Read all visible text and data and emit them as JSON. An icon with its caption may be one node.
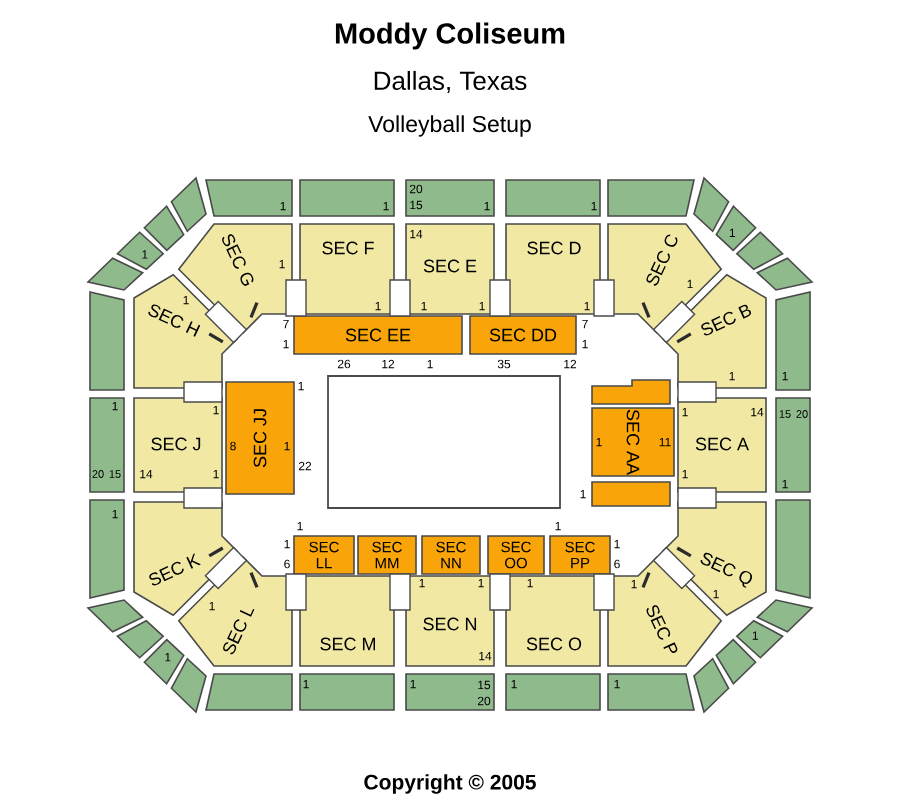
{
  "diagram": {
    "title": "Moddy Coliseum",
    "nodes": [
      {
        "text": [
          "1"
        ]
      },
      {
        "text": [
          "1"
        ]
      },
      {
        "text": [
          "20",
          "15",
          "1"
        ]
      },
      {
        "text": [
          "1"
        ]
      },
      {
        "text": [],
        "shape": "box"
      },
      {
        "text": [],
        "shape": "box"
      },
      {
        "text": [],
        "shape": "box"
      },
      {
        "text": [
          "1"
        ]
      },
      {
        "text": [],
        "shape": "box"
      },
      {
        "text": [],
        "shape": "box"
      },
      {
        "text": [
          "1"
        ]
      },
      {
        "text": [],
        "shape": "box"
      },
      {
        "text": [],
        "shape": "box"
      },
      {
        "text": [
          "SEC G",
          "1"
        ]
      },
      {
        "text": [
          "SEC F",
          "1"
        ]
      },
      {
        "text": [
          "14",
          "SEC E",
          "1",
          "1"
        ]
      },
      {
        "text": [
          "SEC D",
          "1"
        ]
      },
      {
        "text": [
          "SEC C",
          "1"
        ]
      },
      {
        "text": [],
        "shape": "box"
      },
      {
        "text": [
          "1",
          "SEC H"
        ]
      },
      {
        "text": [
          "SEC EE"
        ],
        "beside": [
          "7",
          "1",
          "26",
          "12",
          "1"
        ]
      },
      {
        "text": [
          "SEC DD"
        ],
        "beside": [
          "7",
          "1",
          "35",
          "12"
        ]
      },
      {
        "text": [
          "SEC B",
          "1"
        ]
      },
      {
        "text": [
          "1"
        ]
      },
      {
        "text": [],
        "shape": "box"
      },
      {
        "text": [],
        "shape": "box"
      },
      {
        "text": [
          "8",
          "SEC JJ",
          "1"
        ],
        "beside": [
          "1",
          "22"
        ]
      },
      {
        "text": [
          "1",
          "SEC J",
          "14",
          "1"
        ]
      },
      {
        "text": [
          "1",
          "20",
          "15"
        ]
      },
      {
        "text": [
          "1",
          "SEC AA",
          "11"
        ]
      },
      {
        "text": [
          "1",
          "14",
          "SEC A",
          "1"
        ]
      },
      {
        "text": [
          "15",
          "20",
          "1"
        ]
      },
      {
        "text": [],
        "shape": "box",
        "beside": [
          "1"
        ]
      },
      {
        "text": [
          "1"
        ]
      },
      {
        "text": [],
        "shape": "box"
      },
      {
        "text": [
          "SEC K"
        ]
      },
      {
        "text": [
          "SEC LL"
        ],
        "beside": [
          "1",
          "1",
          "6"
        ]
      },
      {
        "text": [
          "SEC MM"
        ]
      },
      {
        "text": [
          "SEC NN"
        ]
      },
      {
        "text": [
          "SEC OO"
        ]
      },
      {
        "text": [
          "SEC PP"
        ],
        "beside": [
          "1",
          "1",
          "6"
        ]
      },
      {
        "text": [
          "SEC Q",
          "1"
        ]
      },
      {
        "text": [
          "SEC L",
          "1"
        ]
      },
      {
        "text": [
          "SEC M"
        ]
      },
      {
        "text": [
          "1",
          "1",
          "SEC N",
          "14"
        ]
      },
      {
        "text": [
          "1",
          "SEC O"
        ]
      },
      {
        "text": [
          "1",
          "SEC P"
        ]
      },
      {
        "text": [],
        "shape": "box"
      },
      {
        "text": [],
        "shape": "box"
      },
      {
        "text": [
          "1"
        ]
      },
      {
        "text": [],
        "shape": "box"
      },
      {
        "text": [],
        "shape": "box"
      },
      {
        "text": [
          "1"
        ]
      },
      {
        "text": [],
        "shape": "box"
      },
      {
        "text": [],
        "shape": "box"
      },
      {
        "text": [],
        "shape": "box"
      },
      {
        "text": [
          "1"
        ]
      },
      {
        "text": [
          "1",
          "15",
          "20"
        ]
      },
      {
        "text": [
          "1"
        ]
      },
      {
        "text": [
          "1"
        ]
      }
    ],
    "labels": [
      "Dallas, Texas",
      "Volleyball Setup",
      "Copyright © 2005"
    ]
  }
}
